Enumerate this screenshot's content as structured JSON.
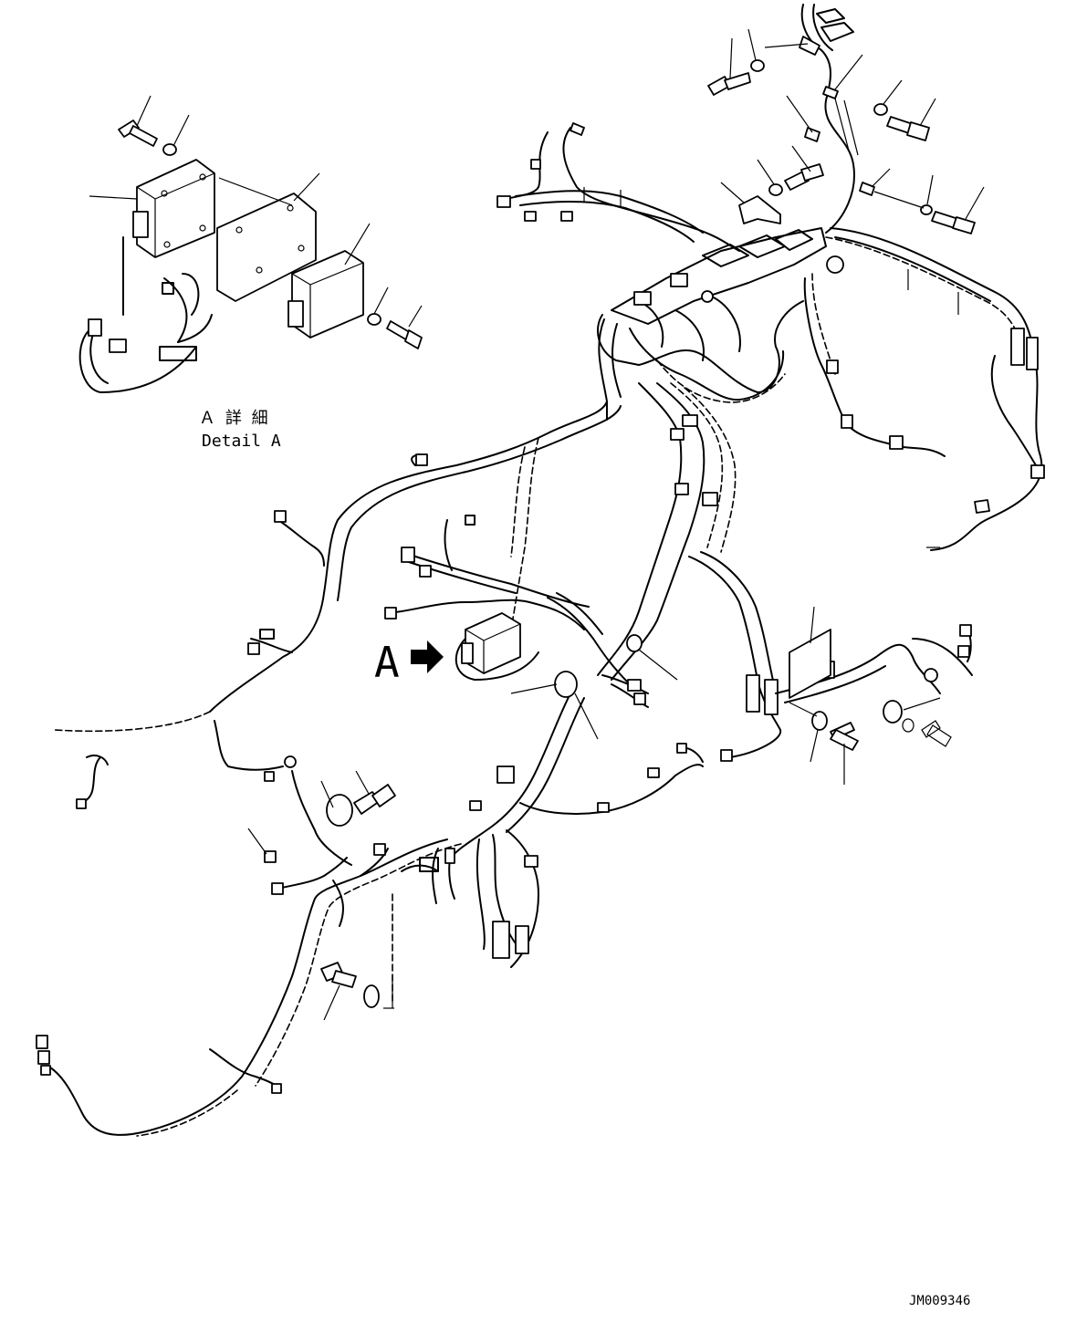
{
  "detail": {
    "title_jp": "Ａ 詳 細",
    "title_en": "Detail A"
  },
  "callout": {
    "letter": "A"
  },
  "drawing_code": "JM009346"
}
